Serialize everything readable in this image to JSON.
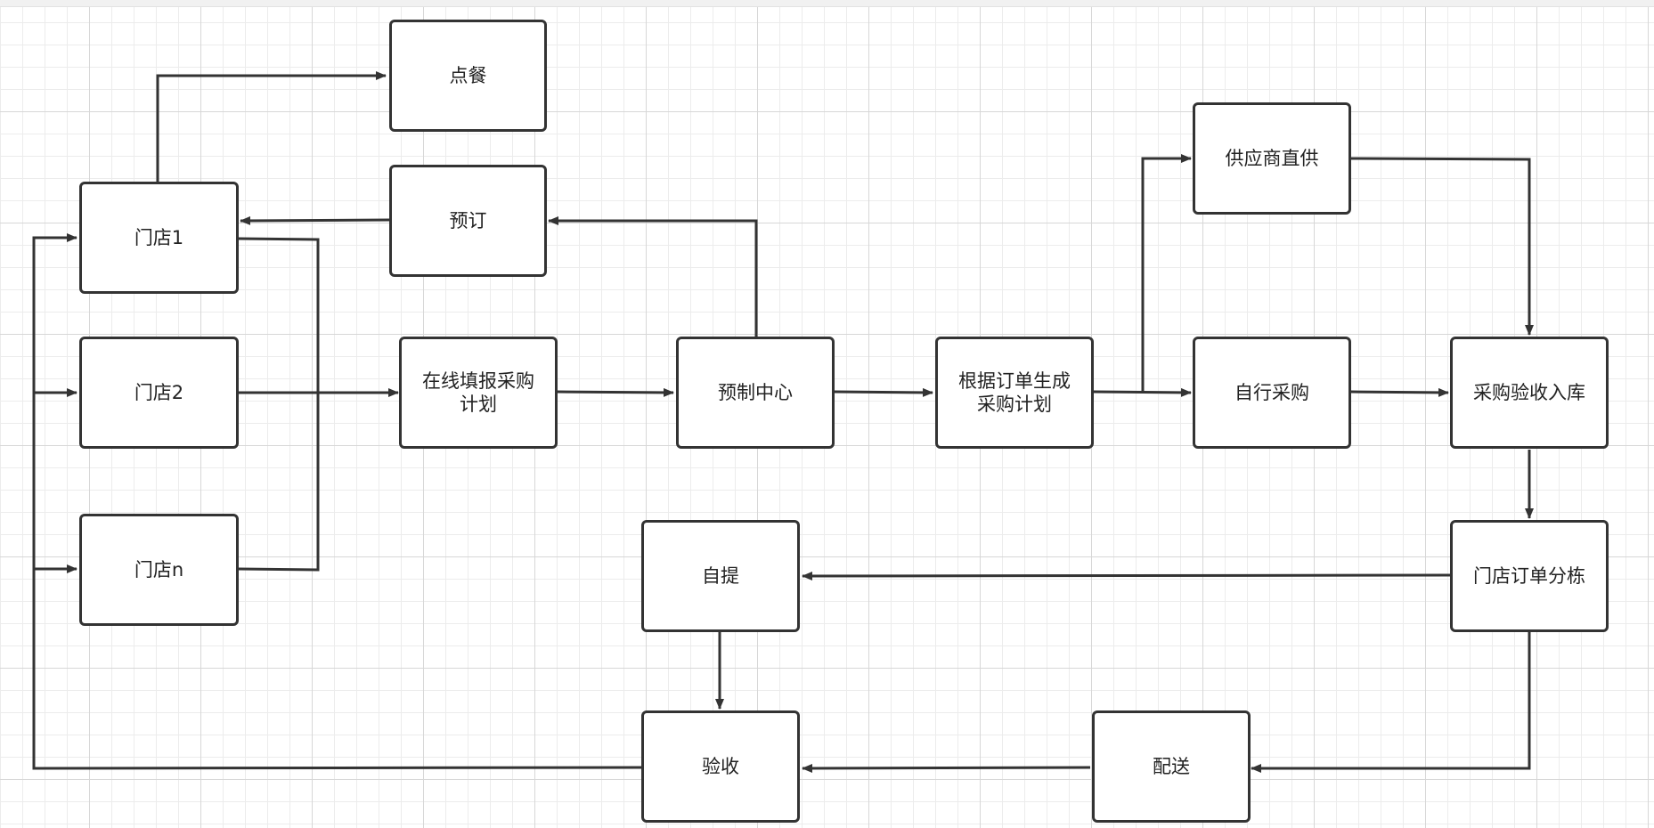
{
  "diagram": {
    "nodes": [
      {
        "id": "diancan",
        "label": "点餐"
      },
      {
        "id": "yuding",
        "label": "预订"
      },
      {
        "id": "mendian1",
        "label": "门店1"
      },
      {
        "id": "mendian2",
        "label": "门店2"
      },
      {
        "id": "mendiann",
        "label": "门店n"
      },
      {
        "id": "zaixian",
        "label": "在线填报采购\n计划"
      },
      {
        "id": "yuzhi",
        "label": "预制中心"
      },
      {
        "id": "genju",
        "label": "根据订单生成\n采购计划"
      },
      {
        "id": "gongying",
        "label": "供应商直供"
      },
      {
        "id": "zixing",
        "label": "自行采购"
      },
      {
        "id": "yanshouruku",
        "label": "采购验收入库"
      },
      {
        "id": "fenjian",
        "label": "门店订单分栋"
      },
      {
        "id": "ziti",
        "label": "自提"
      },
      {
        "id": "yanshou",
        "label": "验收"
      },
      {
        "id": "peisong",
        "label": "配送"
      }
    ],
    "edges": [
      {
        "from": "mendian1",
        "to": "diancan"
      },
      {
        "from": "yuding",
        "to": "mendian1"
      },
      {
        "from": "yuzhi",
        "to": "yuding"
      },
      {
        "from": "mendian1",
        "to": "zaixian"
      },
      {
        "from": "mendian2",
        "to": "zaixian"
      },
      {
        "from": "mendiann",
        "to": "zaixian"
      },
      {
        "from": "zaixian",
        "to": "yuzhi"
      },
      {
        "from": "yuzhi",
        "to": "genju"
      },
      {
        "from": "genju",
        "to": "gongying"
      },
      {
        "from": "genju",
        "to": "zixing"
      },
      {
        "from": "gongying",
        "to": "yanshouruku"
      },
      {
        "from": "zixing",
        "to": "yanshouruku"
      },
      {
        "from": "yanshouruku",
        "to": "fenjian"
      },
      {
        "from": "fenjian",
        "to": "ziti"
      },
      {
        "from": "fenjian",
        "to": "peisong"
      },
      {
        "from": "ziti",
        "to": "yanshou"
      },
      {
        "from": "peisong",
        "to": "yanshou"
      },
      {
        "from": "yanshou",
        "to": "mendian1"
      },
      {
        "from": "yanshou",
        "to": "mendian2"
      },
      {
        "from": "yanshou",
        "to": "mendiann"
      }
    ]
  },
  "colors": {
    "stroke": "#333333",
    "node_fill": "#ffffff",
    "text": "#222222"
  }
}
